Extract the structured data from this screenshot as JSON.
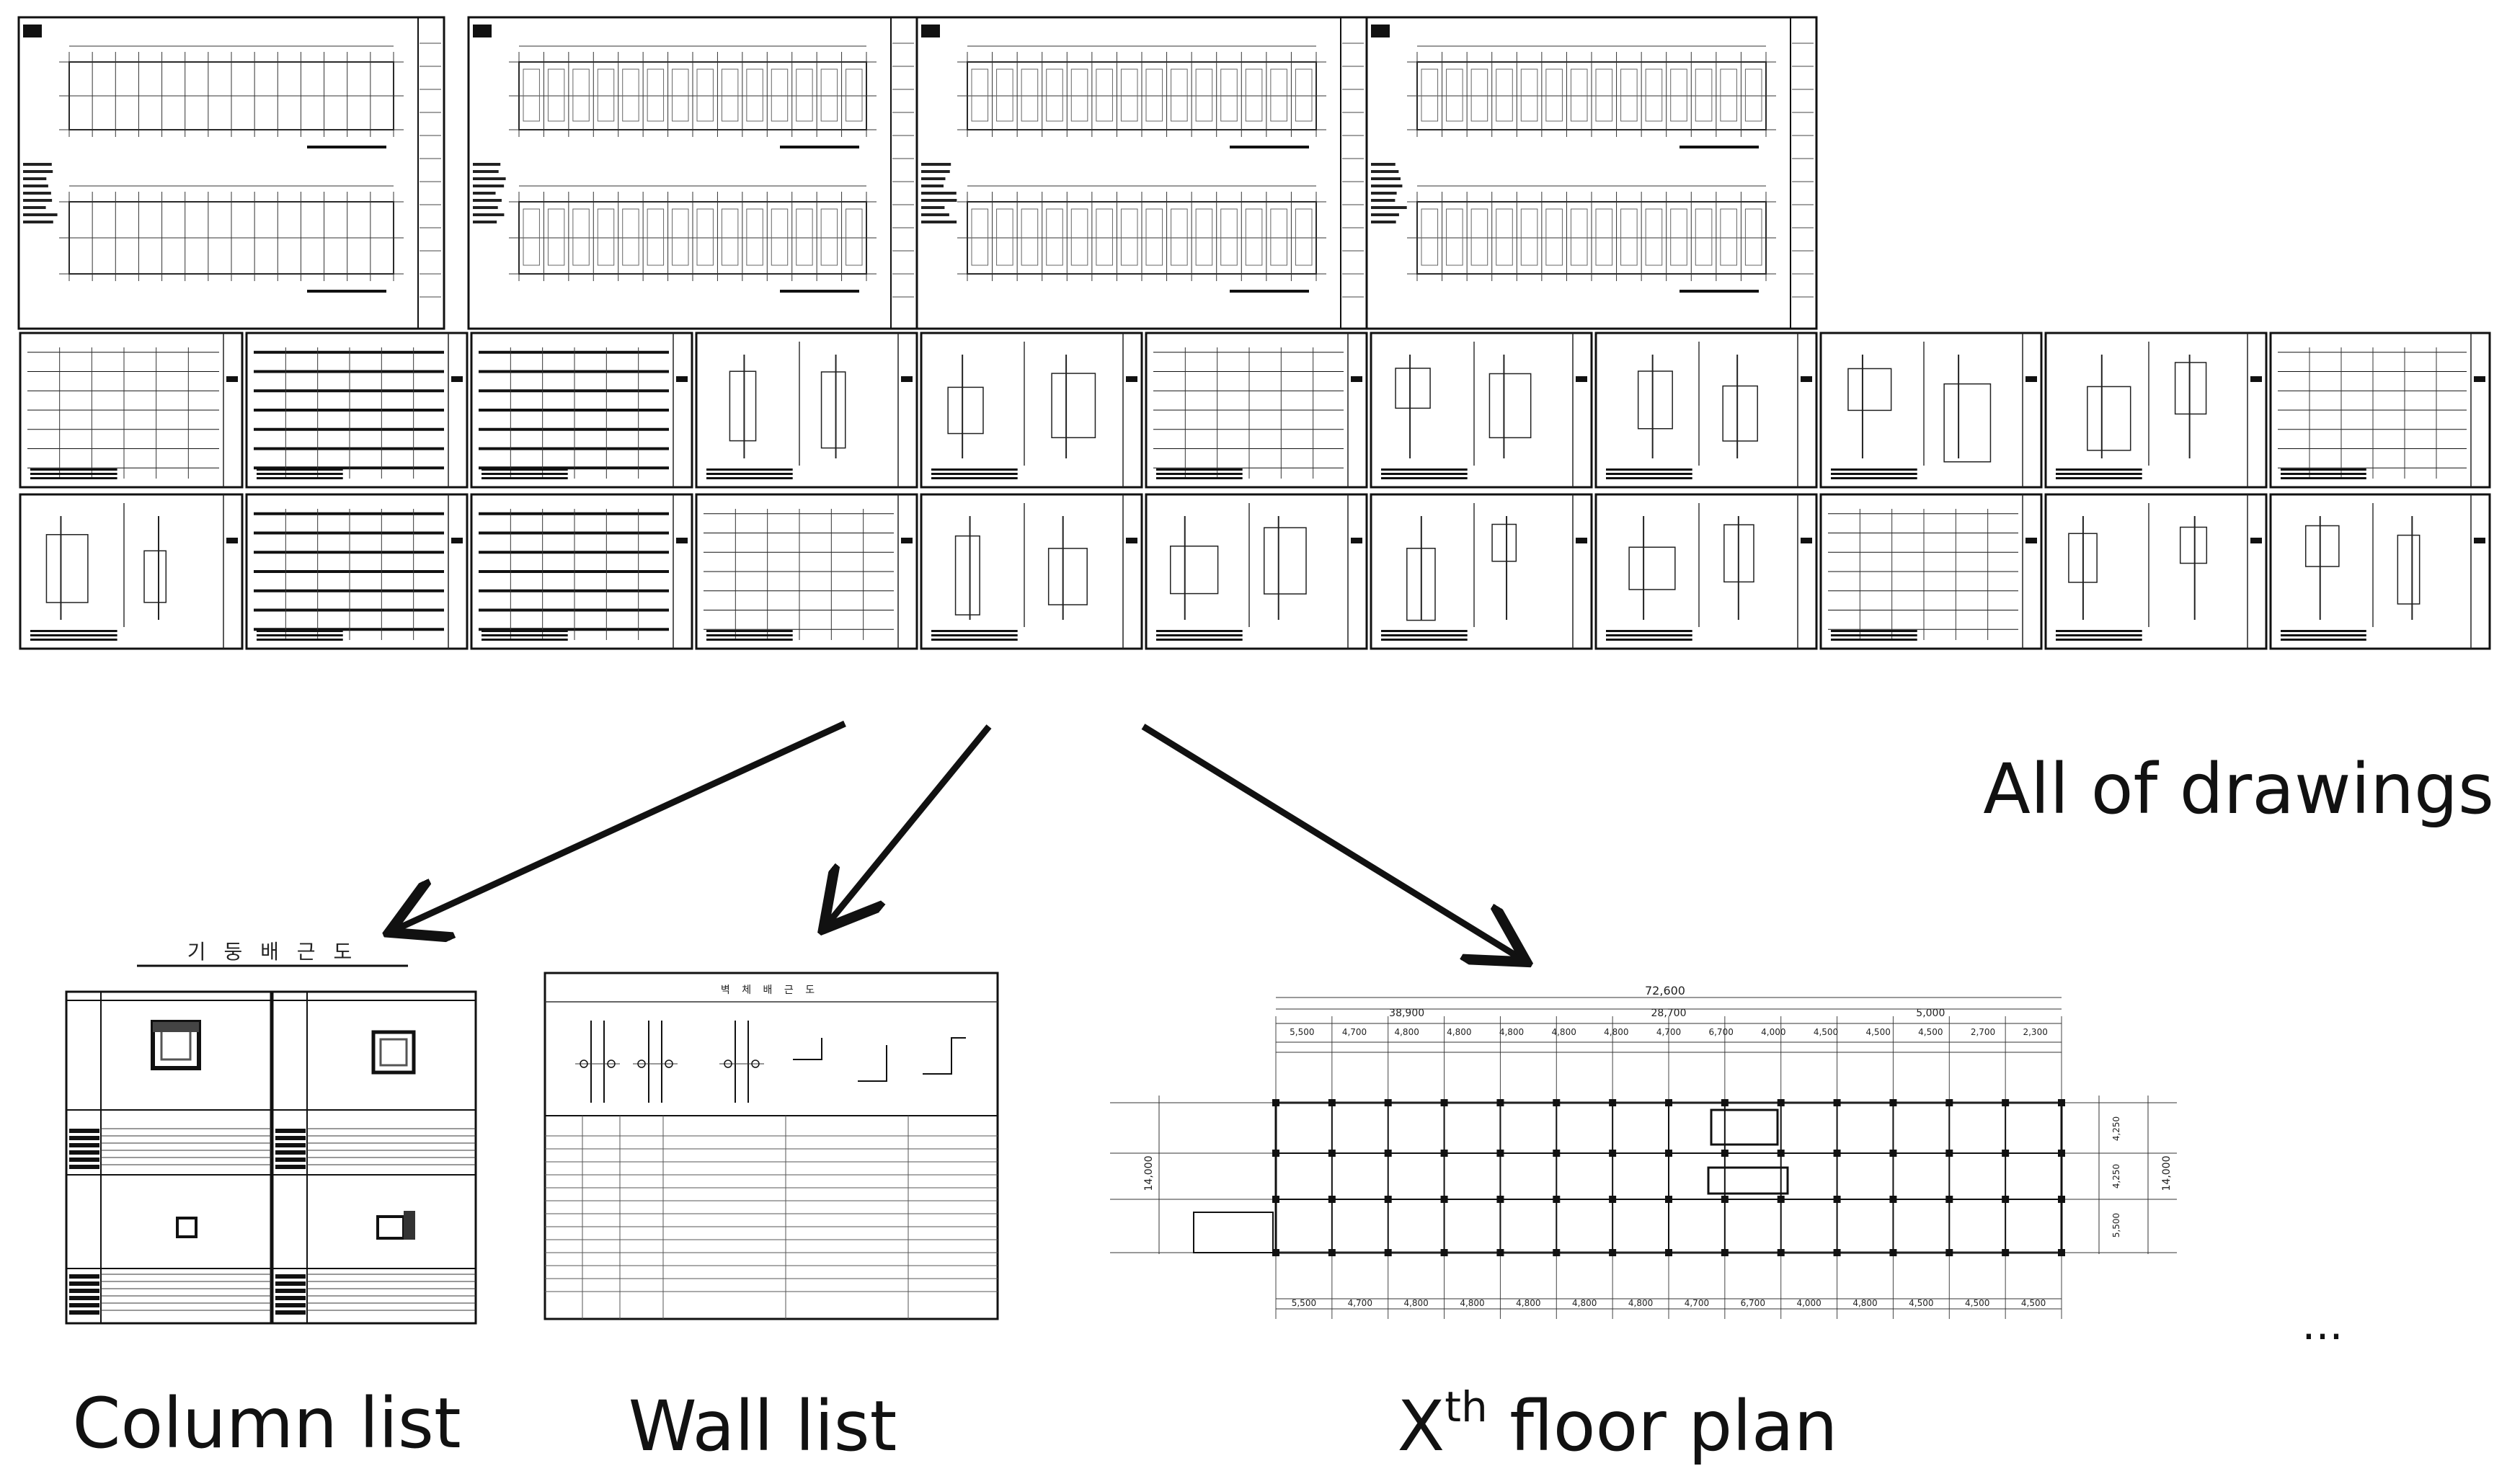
{
  "labels": {
    "all_drawings": "All of drawings",
    "column_list": "Column list",
    "wall_list": "Wall list",
    "floor_plan_prefix": "X",
    "floor_plan_sup": "th",
    "floor_plan_suffix": " floor plan",
    "ellipsis": "..."
  },
  "column_sheet": {
    "title": "기 둥 배 근 도"
  },
  "wall_sheet": {
    "title": "벽 체 배 근 도"
  },
  "floor_plan": {
    "total_dim": "72,600",
    "top_dims_group": [
      "38,900",
      "28,700",
      "5,000"
    ],
    "top_dims_row": [
      "5,500",
      "4,700",
      "4,800",
      "4,800",
      "4,800",
      "4,800",
      "4,800",
      "4,700",
      "6,700",
      "4,000",
      "4,500",
      "4,500",
      "4,500",
      "2,700",
      "2,300"
    ],
    "bottom_dims_row": [
      "5,500",
      "4,700",
      "4,800",
      "4,800",
      "4,800",
      "4,800",
      "4,800",
      "4,700",
      "6,700",
      "4,000",
      "4,800",
      "4,500",
      "4,500",
      "4,500"
    ],
    "left_dim": "14,000",
    "right_dims": [
      "4,250",
      "4,250",
      "5,500"
    ],
    "right_total": "14,000"
  },
  "colors": {
    "ink": "#111111",
    "paper": "#ffffff"
  }
}
